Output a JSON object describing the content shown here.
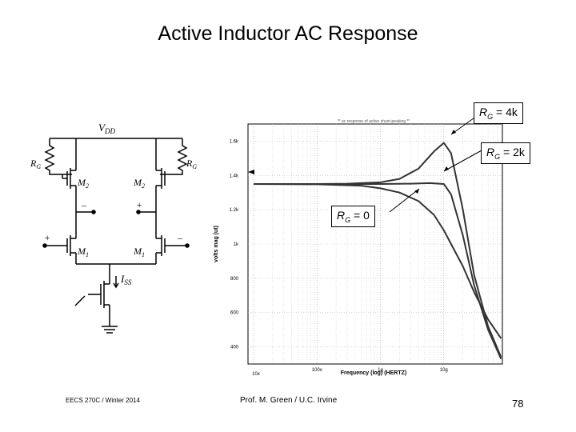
{
  "slide": {
    "title": "Active Inductor AC Response",
    "footer_left": "EECS 270C / Winter 2014",
    "footer_center": "Prof. M. Green / U.C. Irvine",
    "page_number": "78"
  },
  "circuit": {
    "vdd": "V",
    "vdd_sub": "DD",
    "rg": "R",
    "rg_sub": "G",
    "m": "M",
    "m1_sub": "1",
    "m2_sub": "2",
    "iss": "I",
    "iss_sub": "SS",
    "plus": "+",
    "minus": "–"
  },
  "callouts": {
    "r": "R",
    "sub": "G",
    "c4k": " = 4k",
    "c2k": " = 2k",
    "c0": " = 0"
  },
  "chart_data": {
    "type": "line",
    "title": "** ac response of active shunt-peaking **",
    "xlabel": "Frequency (log) (HERTZ)",
    "ylabel": "volts mag (ut)",
    "x_ticks": [
      "10x",
      "100x",
      "1g",
      "10g"
    ],
    "y_ticks": [
      "400",
      "600",
      "800",
      "1k",
      "1.2k",
      "1.4k",
      "1.6k"
    ],
    "ylim": [
      300,
      1700
    ],
    "grid": true,
    "series": [
      {
        "label": "R_G = 4k",
        "x": [
          10000000.0,
          100000000.0,
          300000000.0,
          1000000000.0,
          2000000000.0,
          4000000000.0,
          7000000000.0,
          10000000000.0,
          13000000000.0,
          20000000000.0,
          30000000000.0,
          50000000000.0,
          80000000000.0
        ],
        "y": [
          1350,
          1350,
          1352,
          1360,
          1380,
          1440,
          1540,
          1590,
          1530,
          1200,
          820,
          520,
          340
        ]
      },
      {
        "label": "R_G = 2k",
        "x": [
          10000000.0,
          100000000.0,
          1000000000.0,
          3000000000.0,
          6000000000.0,
          10000000000.0,
          13000000000.0,
          20000000000.0,
          30000000000.0,
          50000000000.0,
          80000000000.0
        ],
        "y": [
          1350,
          1350,
          1350,
          1352,
          1355,
          1350,
          1290,
          1050,
          760,
          500,
          330
        ]
      },
      {
        "label": "R_G = 0",
        "x": [
          10000000.0,
          100000000.0,
          500000000.0,
          1000000000.0,
          2000000000.0,
          4000000000.0,
          7000000000.0,
          10000000000.0,
          20000000000.0,
          30000000000.0,
          50000000000.0,
          80000000000.0
        ],
        "y": [
          1350,
          1348,
          1340,
          1325,
          1300,
          1250,
          1170,
          1080,
          870,
          720,
          560,
          450
        ]
      }
    ]
  }
}
